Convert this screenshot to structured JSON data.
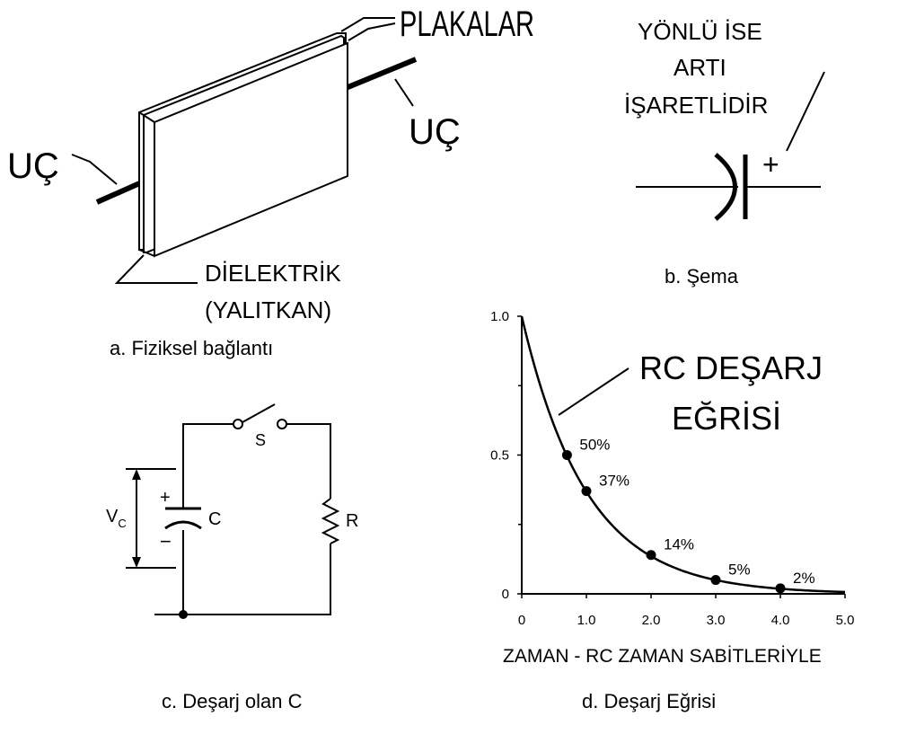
{
  "panel_a": {
    "lead_left": "UÇ",
    "lead_right": "UÇ",
    "plates": "PLAKALAR",
    "dielectric_line1": "DİELEKTRİK",
    "dielectric_line2": "(YALITKAN)",
    "caption": "a. Fiziksel bağlantı"
  },
  "panel_b": {
    "note_line1": "YÖNLÜ İSE",
    "note_line2": "ARTI",
    "note_line3": "İŞARETLİDİR",
    "plus": "+",
    "caption": "b.  Şema"
  },
  "panel_c": {
    "switch": "S",
    "capacitor": "C",
    "resistor": "R",
    "voltage": "V",
    "voltage_sub": "C",
    "plus": "+",
    "minus": "−",
    "caption": "c. Deşarj olan C"
  },
  "panel_d": {
    "caption": "d. Deşarj Eğrisi"
  },
  "chart_data": {
    "type": "line",
    "title": "RC DEŞARJ EĞRİSİ",
    "title_line1": "RC DEŞARJ",
    "title_line2": "EĞRİSİ",
    "xlabel": "ZAMAN - RC ZAMAN SABİTLERİYLE",
    "ylabel": "",
    "xlim": [
      0,
      5.0
    ],
    "ylim": [
      0,
      1.0
    ],
    "x_ticks": [
      "0",
      "1.0",
      "2.0",
      "3.0",
      "4.0",
      "5.0"
    ],
    "y_ticks": [
      "0",
      "0.5",
      "1.0"
    ],
    "grid": false,
    "curve": "exp(-x)",
    "points": [
      {
        "x": 0.7,
        "y": 0.5,
        "label": "50%"
      },
      {
        "x": 1.0,
        "y": 0.37,
        "label": "37%"
      },
      {
        "x": 2.0,
        "y": 0.14,
        "label": "14%"
      },
      {
        "x": 3.0,
        "y": 0.05,
        "label": "5%"
      },
      {
        "x": 4.0,
        "y": 0.02,
        "label": "2%"
      }
    ]
  }
}
